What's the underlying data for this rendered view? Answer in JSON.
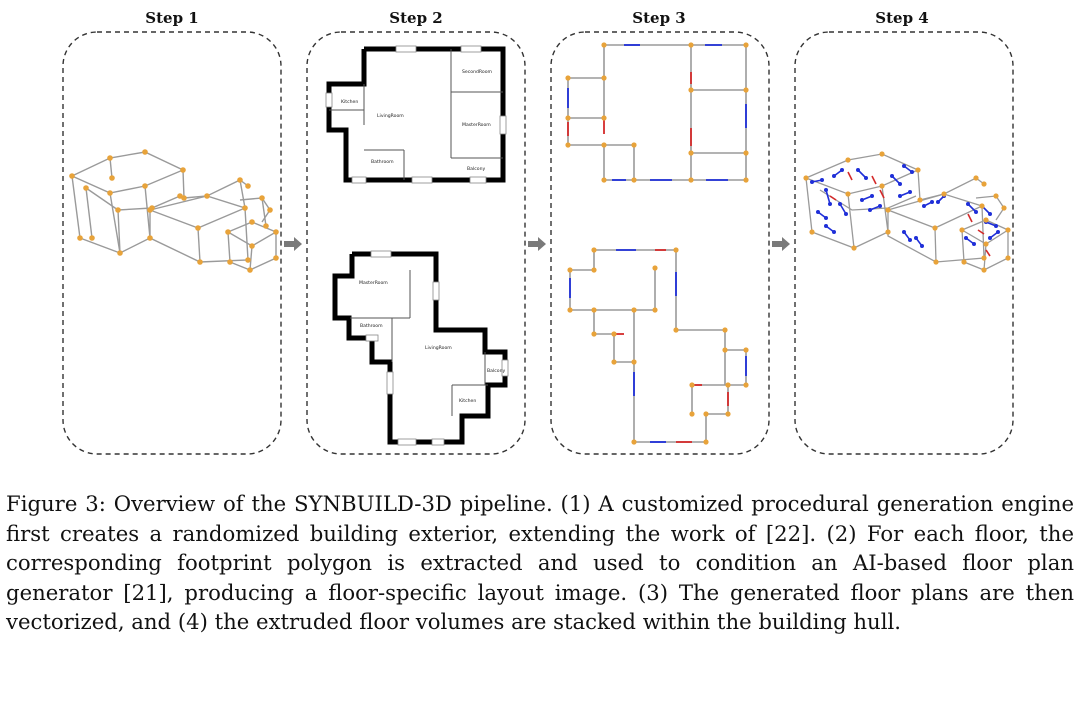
{
  "figure": {
    "steps": [
      {
        "title": "Step 1"
      },
      {
        "title": "Step 2"
      },
      {
        "title": "Step 3"
      },
      {
        "title": "Step 4"
      }
    ],
    "floorplan_top_rooms": [
      "Kitchen",
      "LivingRoom",
      "Bathroom",
      "SecondRoom",
      "MasterRoom",
      "Balcony"
    ],
    "floorplan_bottom_rooms": [
      "MasterRoom",
      "Bathroom",
      "LivingRoom",
      "Balcony",
      "Kitchen"
    ],
    "colors": {
      "node": "#e8a33a",
      "edge": "#9a9a9a",
      "wall": "#000000",
      "window_edge": "#1f2fd8",
      "door_edge": "#d42a2a",
      "arrow": "#7a7a7a"
    }
  },
  "caption": {
    "text": "Figure 3: Overview of the SYNBUILD-3D pipeline. (1) A customized procedural generation engine first creates a randomized building exterior, extending the work of [22]. (2) For each floor, the corresponding footprint polygon is extracted and used to condition an AI-based floor plan generator [21], producing a floor-specific layout image. (3) The generated floor plans are then vectorized, and (4) the extruded floor volumes are stacked within the building hull."
  }
}
